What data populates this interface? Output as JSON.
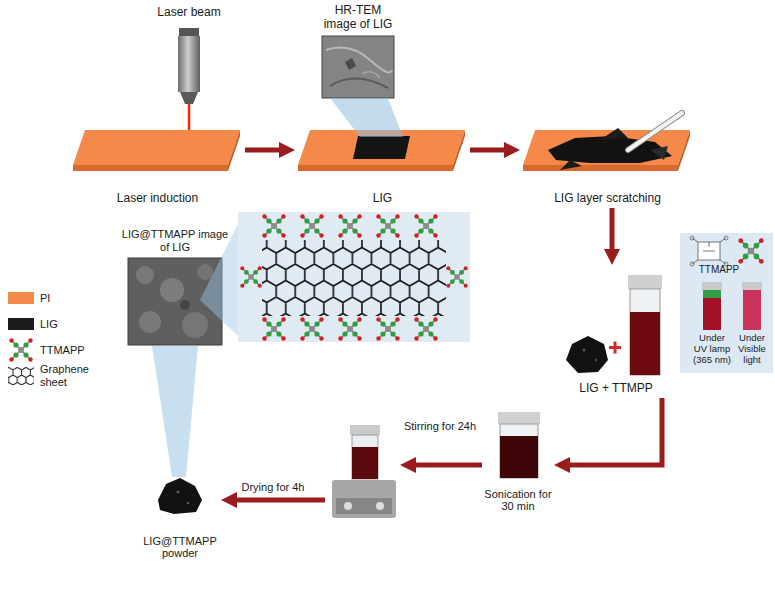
{
  "diagram": {
    "nodes": [
      {
        "text": [
          "HR-TEM image of LIG"
        ]
      },
      {
        "text": [
          "Laser induction"
        ]
      },
      {
        "text": [
          "LIG"
        ]
      },
      {
        "text": [
          "LIG layer scratching"
        ]
      },
      {
        "text": [
          "TTMAPP",
          "Under UV lamp (365 nm)",
          "Under Visible light"
        ]
      },
      {
        "text": [
          "LIG + TTMPP"
        ]
      },
      {
        "text": [
          "Sonication for 30 min"
        ]
      },
      {
        "text": [
          "Stirring for 24h"
        ]
      },
      {
        "text": [
          "LIG@TTMAPP powder"
        ]
      },
      {
        "text": [
          "LIG@TTMAPP image of LIG"
        ]
      }
    ],
    "edges": [
      {
        "from": 1,
        "to": 2,
        "arrow": "to"
      },
      {
        "from": 2,
        "to": 3,
        "arrow": "to"
      },
      {
        "from": 3,
        "to": 5,
        "arrow": "to"
      },
      {
        "from": 5,
        "to": 6,
        "arrow": "to"
      },
      {
        "from": 6,
        "to": 7,
        "arrow": "to"
      },
      {
        "from": 7,
        "to": 8,
        "label": "Drying for 4h",
        "arrow": "to"
      }
    ],
    "labels": [
      "Laser beam"
    ],
    "legend": [
      {
        "text": "PI",
        "color": "#f4894a"
      },
      {
        "text": "LIG",
        "color": "#1a1a1a"
      },
      {
        "text": "TTMAPP"
      },
      {
        "text": "Graphene sheet"
      }
    ]
  }
}
